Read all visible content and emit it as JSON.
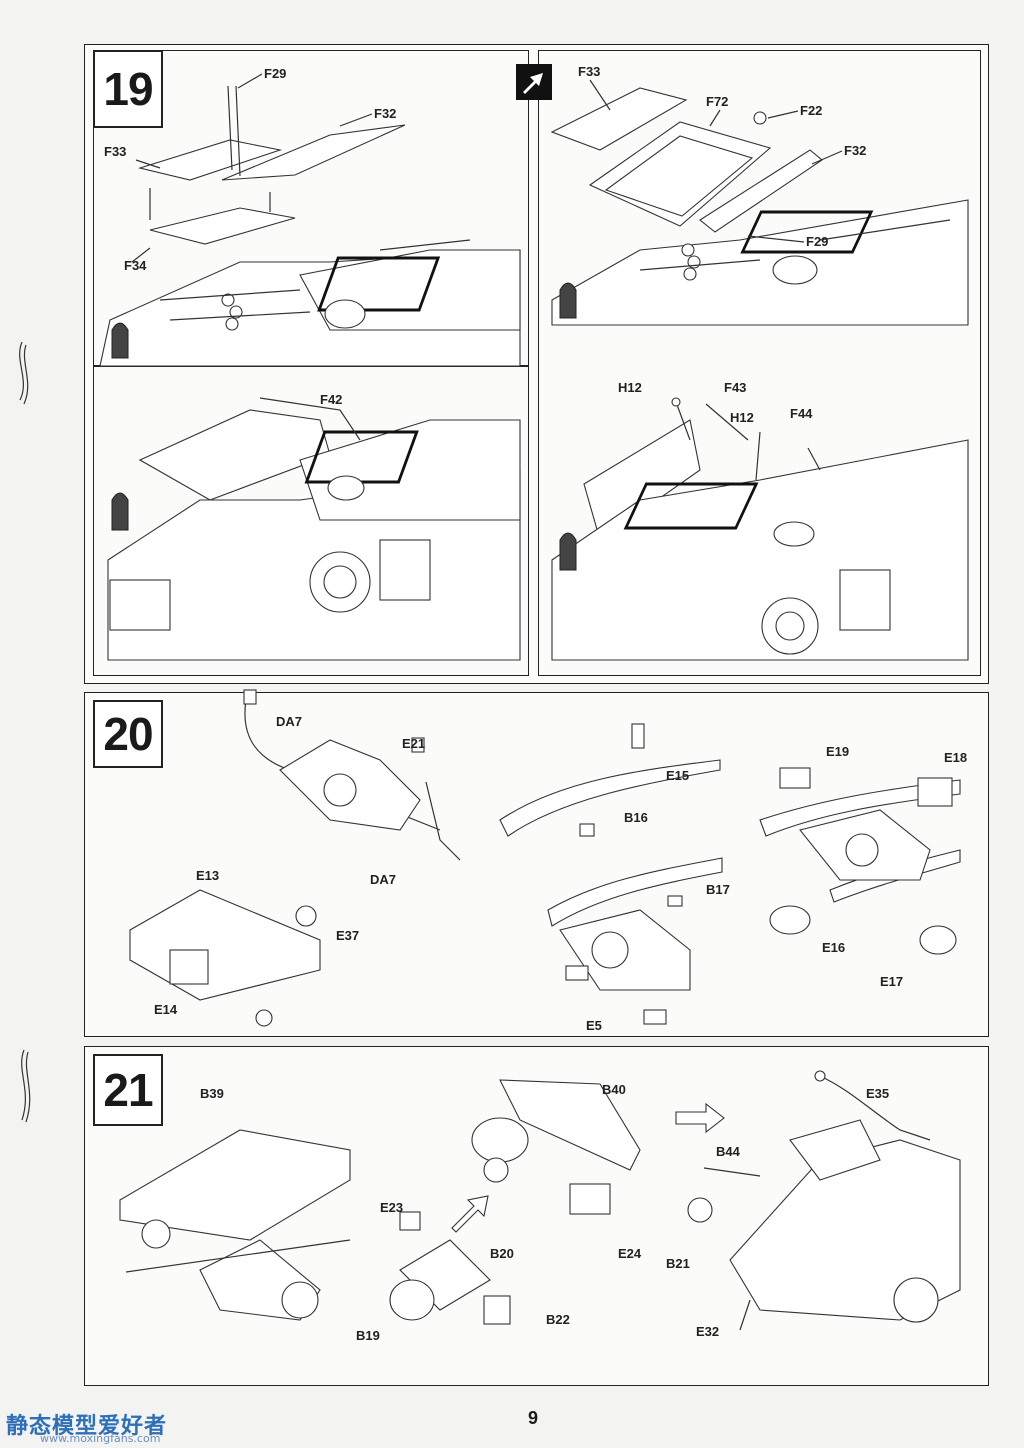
{
  "page_number": "9",
  "steps": [
    {
      "number": "19",
      "panels": [
        {
          "labels": [
            "F29",
            "F32",
            "F33",
            "F34"
          ]
        },
        {
          "labels": [
            "F33",
            "F72",
            "F22",
            "F32",
            "F29"
          ]
        },
        {
          "labels": [
            "F42"
          ]
        },
        {
          "labels": [
            "H12",
            "F43",
            "H12",
            "F44"
          ]
        }
      ]
    },
    {
      "number": "20",
      "labels": [
        "DA7",
        "E21",
        "DA7",
        "E13",
        "E37",
        "E14",
        "E15",
        "B16",
        "B17",
        "E5",
        "E19",
        "E18",
        "E16",
        "E17"
      ]
    },
    {
      "number": "21",
      "labels": [
        "B39",
        "B40",
        "E23",
        "B20",
        "B19",
        "B22",
        "E24",
        "E35",
        "B44",
        "B21",
        "E32"
      ]
    }
  ],
  "icons": [
    "alternative-icon",
    "arrow-right-icon",
    "arrow-up-right-icon"
  ],
  "watermark": {
    "title": "静态模型爱好者",
    "url": "www.moxingfans.com"
  }
}
